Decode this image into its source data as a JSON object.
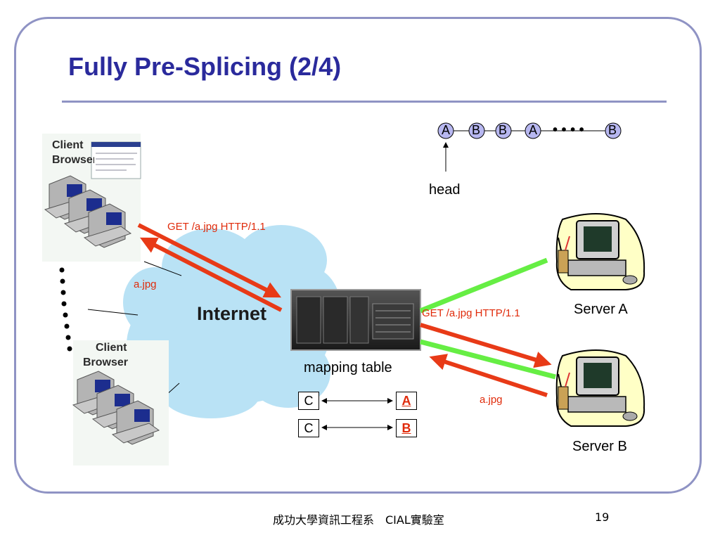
{
  "slide": {
    "title": "Fully Pre-Splicing (2/4)",
    "footer_left": "成功大學資訊工程系　CIAL實驗室",
    "page_number": "19"
  },
  "queue": {
    "nodes": [
      "A",
      "B",
      "B",
      "A",
      "B"
    ],
    "ellipsis": "• • • •",
    "head_label": "head"
  },
  "clients": {
    "top": {
      "line1": "Client",
      "line2": "Browser"
    },
    "bottom": {
      "line1": "Client",
      "line2": "Browser"
    }
  },
  "network": {
    "cloud_label": "Internet",
    "left_request": "GET /a.jpg HTTP/1.1",
    "left_response": "a.jpg",
    "right_request": "GET /a.jpg HTTP/1.1",
    "right_response": "a.jpg"
  },
  "dispatcher": {
    "label": "mapping table",
    "rows": [
      {
        "client": "C",
        "server": "A"
      },
      {
        "client": "C",
        "server": "B"
      }
    ]
  },
  "servers": {
    "a": {
      "label": "Server A"
    },
    "b": {
      "label": "Server B"
    }
  },
  "colors": {
    "title": "#2a2a9c",
    "frame": "#8f93c4",
    "request_arrow": "#e83a17",
    "server_link": "#66ee44",
    "cloud": "#b9e2f5",
    "queue_node": "#b7b7f0"
  }
}
